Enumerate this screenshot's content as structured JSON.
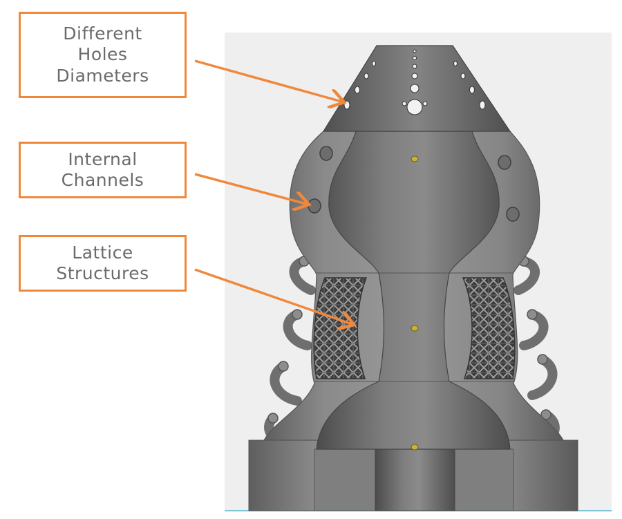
{
  "callouts": {
    "holes": {
      "lines": [
        "Different",
        "Holes",
        "Diameters"
      ]
    },
    "channels": {
      "lines": [
        "Internal",
        "Channels"
      ]
    },
    "lattice": {
      "lines": [
        "Lattice",
        "Structures"
      ]
    }
  },
  "colors": {
    "callout_border": "#f0883c",
    "arrow": "#f0883c",
    "callout_text": "#6b6b6b",
    "model_gray": "#8f8f8f",
    "viewport_bg": "#efefef",
    "ground_line": "#7fc4d6",
    "marker": "#c9b23a"
  }
}
